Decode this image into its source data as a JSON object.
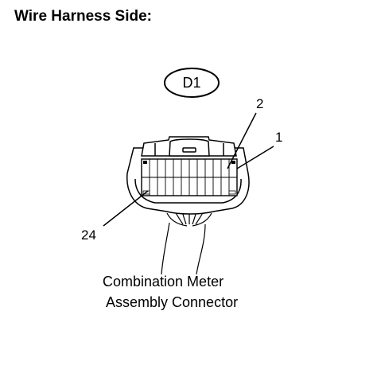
{
  "title": "Wire Harness Side:",
  "connector_id": "D1",
  "pin_labels": {
    "pin_2": "2",
    "pin_1": "1",
    "pin_24": "24"
  },
  "caption": {
    "line1": "Combination Meter",
    "line2": "Assembly Connector"
  },
  "colors": {
    "line": "#000000",
    "background": "#ffffff"
  }
}
